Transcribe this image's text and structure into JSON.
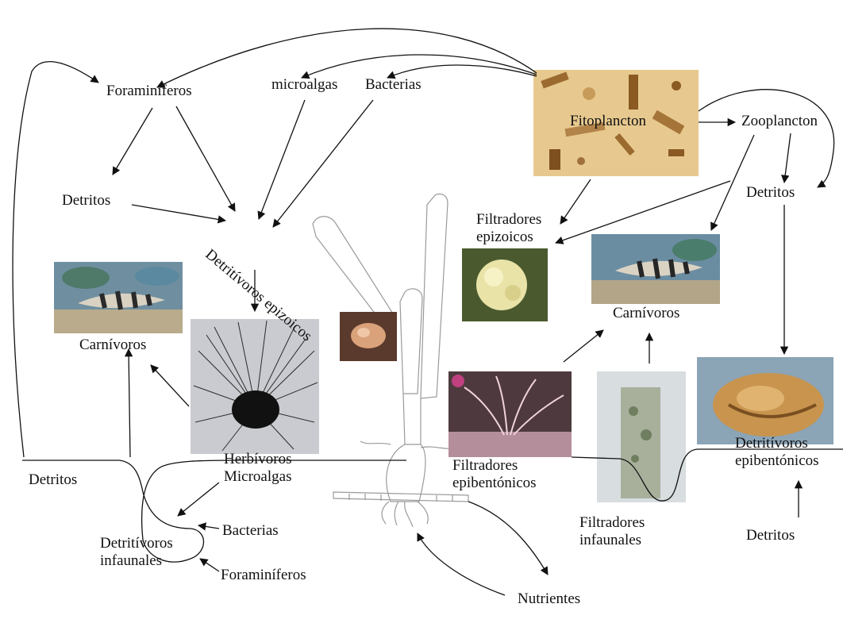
{
  "labels": {
    "foraminiferos_top": "Foraminíferos",
    "microalgas_top": "microalgas",
    "bacterias_top": "Bacterias",
    "fitoplancton": "Fitoplancton",
    "zooplancton": "Zooplancton",
    "detritos_left_top": "Detritos",
    "detritivoros_epizoicos": "Detritívoros epizoicos",
    "filtradores_epizoicos": "Filtradores epizoicos",
    "detritos_right_top": "Detritos",
    "carnivoros_left": "Carnívoros",
    "carnivoros_right": "Carnívoros",
    "herbivoros_microalgas": "Herbívoros Microalgas",
    "filtradores_epibentonicos": "Filtradores epibentónicos",
    "filtradores_infaunales": "Filtradores infaunales",
    "detritivoros_epibentonicos": "Detritívoros epibentónicos",
    "detritos_left_bottom": "Detritos",
    "bacterias_bottom": "Bacterias",
    "detritivoros_infaunales": "Detritívoros infaunales",
    "foraminiferos_bottom": "Foraminíferos",
    "detritos_right_bottom": "Detritos",
    "nutrientes": "Nutrientes"
  },
  "photos": {
    "fitoplancton": "fitoplancton-photo",
    "carnivore_left": "carnivore-fish-photo",
    "carnivore_right": "carnivore-fish-photo",
    "sea_urchin": "sea-urchin-photo",
    "small_epizoic": "epizoic-detritivore-photo",
    "filter_epizoic": "epizoic-filter-photo",
    "filter_epibenthic": "epibenthic-filter-photo",
    "filter_infaunal": "infaunal-filter-photo",
    "detritivore_epibenthic": "epibenthic-detritivore-photo"
  },
  "colors": {
    "ink": "#111111",
    "background": "#ffffff"
  }
}
